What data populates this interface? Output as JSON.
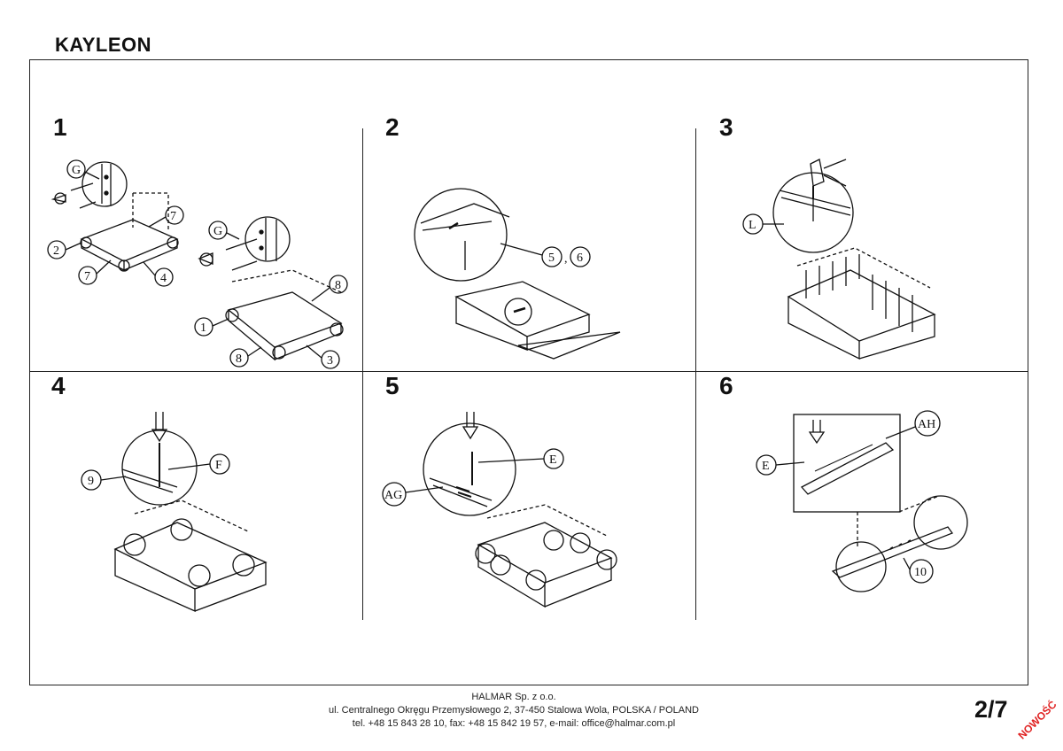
{
  "document": {
    "title": "KAYLEON",
    "page_number": "2/7",
    "stamp": "NOWOŚĆ"
  },
  "steps": [
    {
      "number": "1",
      "labels": [
        "G",
        "7",
        "2",
        "7",
        "4",
        "G",
        "8",
        "1",
        "8",
        "3"
      ]
    },
    {
      "number": "2",
      "labels": [
        "5",
        "6"
      ]
    },
    {
      "number": "3",
      "labels": [
        "L"
      ]
    },
    {
      "number": "4",
      "labels": [
        "9",
        "F"
      ]
    },
    {
      "number": "5",
      "labels": [
        "E",
        "AG"
      ]
    },
    {
      "number": "6",
      "labels": [
        "AH",
        "E",
        "10"
      ]
    }
  ],
  "footer": {
    "company": "HALMAR Sp. z o.o.",
    "address": "ul. Centralnego Okręgu Przemysłowego 2, 37-450 Stalowa Wola, POLSKA / POLAND",
    "contact": "tel. +48 15 843 28 10, fax: +48 15 842 19 57, e-mail: office@halmar.com.pl"
  },
  "icons": [
    "screw-icon",
    "hammer-icon",
    "screwdriver-icon",
    "nail-icon",
    "dowel-icon"
  ]
}
